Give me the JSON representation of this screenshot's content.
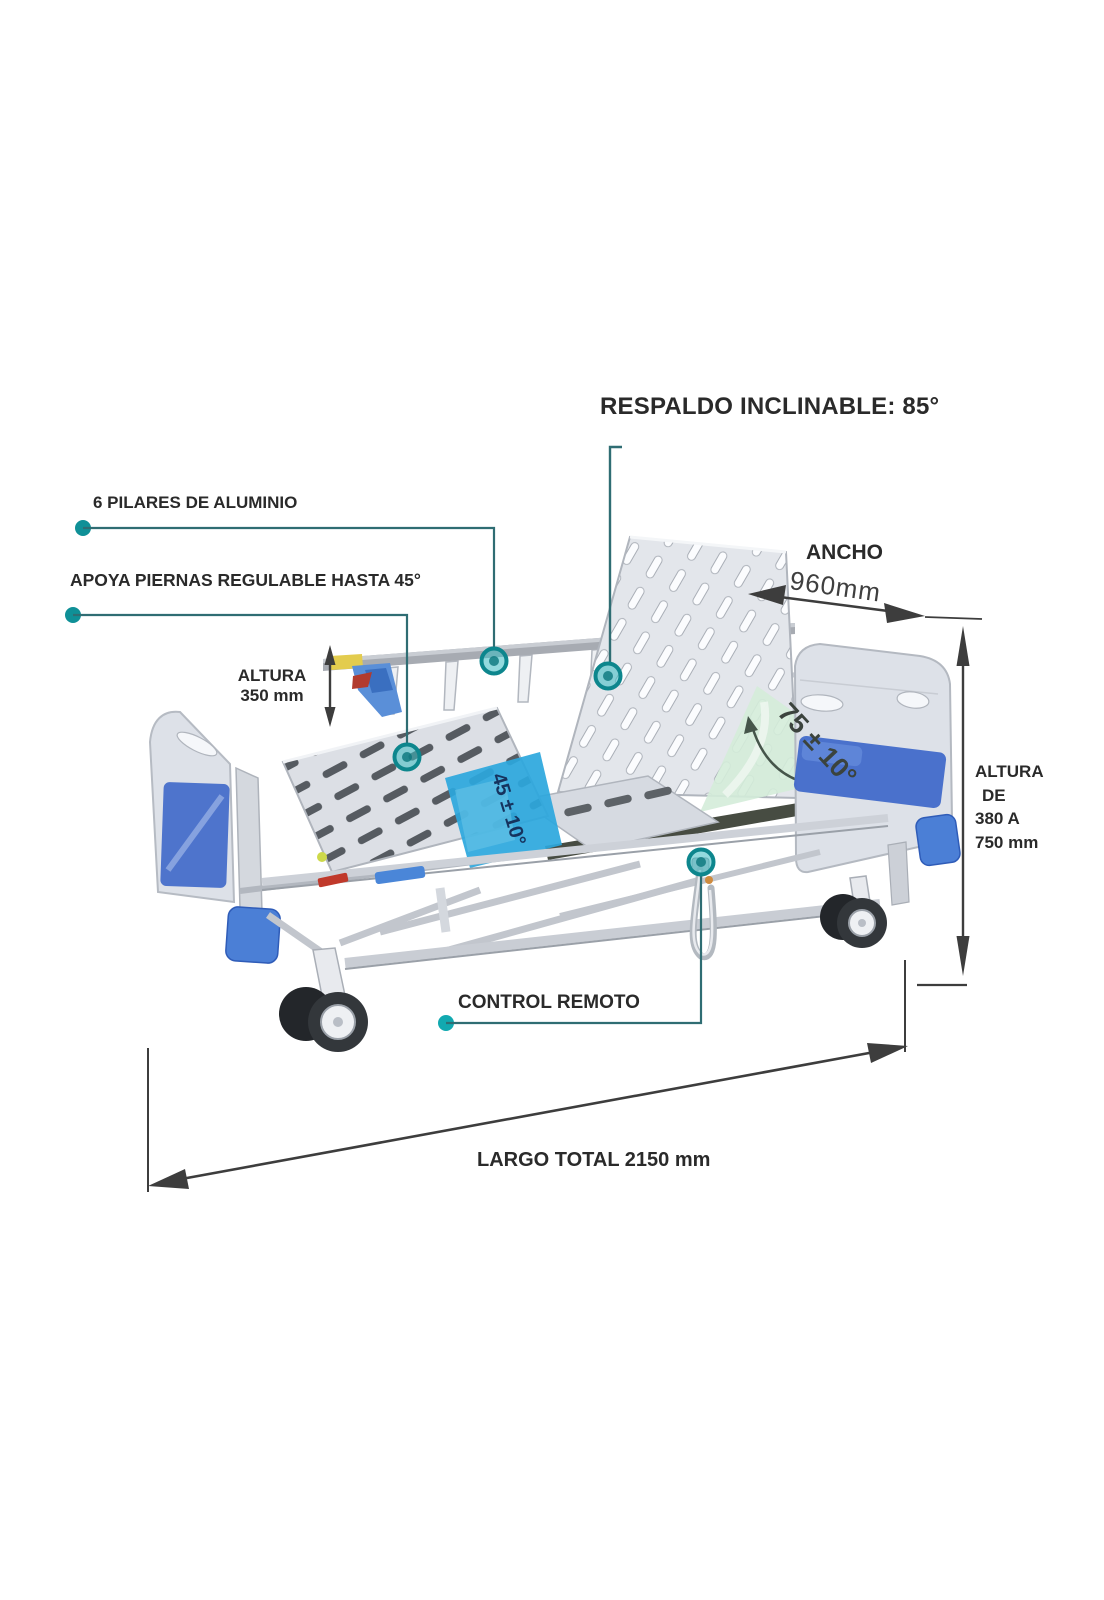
{
  "diagram": {
    "subject": "hospital-bed-specifications",
    "annotations": {
      "title": "RESPALDO INCLINABLE: 85°",
      "pilares": "6 PILARES DE ALUMINIO",
      "apoya": "APOYA PIERNAS REGULABLE HASTA 45°",
      "altura_rail": {
        "l1": "ALTURA",
        "l2": "350 mm"
      },
      "ancho": {
        "l1": "ANCHO",
        "l2": "960mm"
      },
      "altura_rango": {
        "l1": "ALTURA",
        "l2": "DE",
        "l3": "380 A",
        "l4": "750 mm"
      },
      "control": "CONTROL REMOTO",
      "largo": "LARGO TOTAL 2150 mm",
      "angulo_respaldo": "75 ± 10°",
      "angulo_piernas": "45 ± 10°"
    },
    "colors": {
      "marker_teal": "#12989f",
      "marker_ring": "#0d868d",
      "connector_line": "#2f6d73",
      "dimension_line": "#3d3d3d",
      "label_text": "#2a2a2a",
      "panel_gray": "#e3e6eb",
      "bed_blue": "#3e68c9",
      "cap_blue": "#4b7fd6",
      "highlight_green": "#d4ecd9",
      "highlight_blue": "#2ba7dd"
    }
  }
}
